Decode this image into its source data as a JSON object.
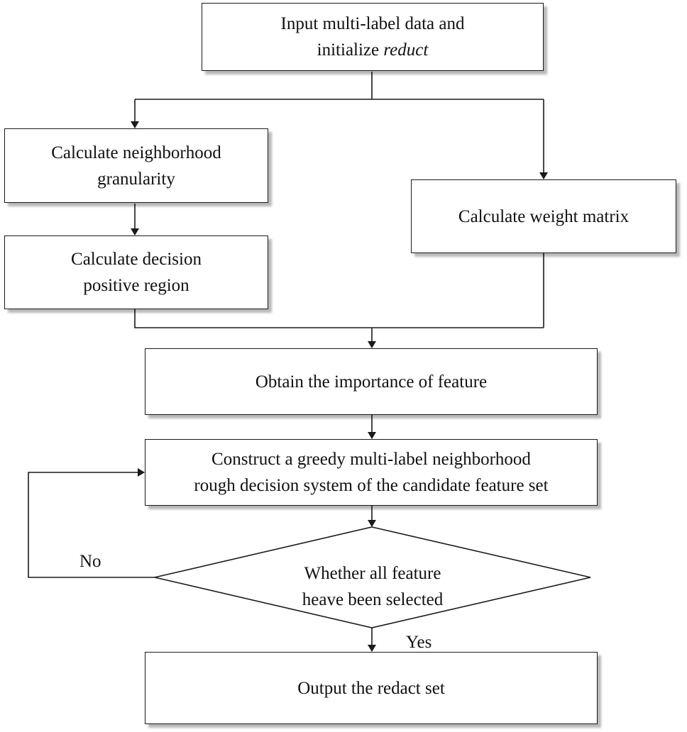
{
  "nodes": {
    "input": {
      "line1": "Input multi-label data and",
      "line2_prefix": "initialize ",
      "line2_italic": "reduct"
    },
    "neighborhood_granularity": {
      "text": "Calculate neighborhood\ngranularity"
    },
    "decision_positive_region": {
      "text": "Calculate decision\npositive region"
    },
    "weight_matrix": {
      "text": "Calculate weight matrix"
    },
    "importance": {
      "text": "Obtain the importance of feature"
    },
    "construct": {
      "text": "Construct a greedy multi-label neighborhood\nrough decision system of the candidate feature set"
    },
    "decision": {
      "text": "Whether all feature\nheave been selected"
    },
    "output": {
      "text": "Output the redact set"
    }
  },
  "edge_labels": {
    "no": "No",
    "yes": "Yes"
  },
  "colors": {
    "stroke": "#1a1a1a",
    "fill": "#ffffff",
    "text": "#111111"
  }
}
